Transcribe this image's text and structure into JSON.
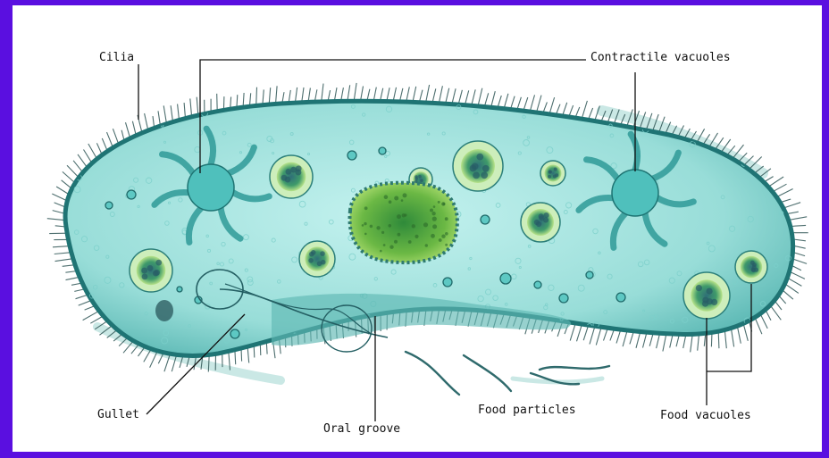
{
  "diagram": {
    "labels": {
      "cilia": "Cilia",
      "contractile_vacuoles": "Contractile vacuoles",
      "gullet": "Gullet",
      "oral_groove": "Oral groove",
      "food_particles": "Food particles",
      "food_vacuoles": "Food vacuoles"
    }
  },
  "colors": {
    "frame": "#5a0fe0",
    "body_fill": "#a8e6e2",
    "body_edge": "#1f7474",
    "cilia": "#2f5555",
    "vacuole": "#4fc0bc",
    "food_vacuole": "#2e8f5a",
    "nucleus": "#58a83a",
    "leader": "#111111"
  }
}
